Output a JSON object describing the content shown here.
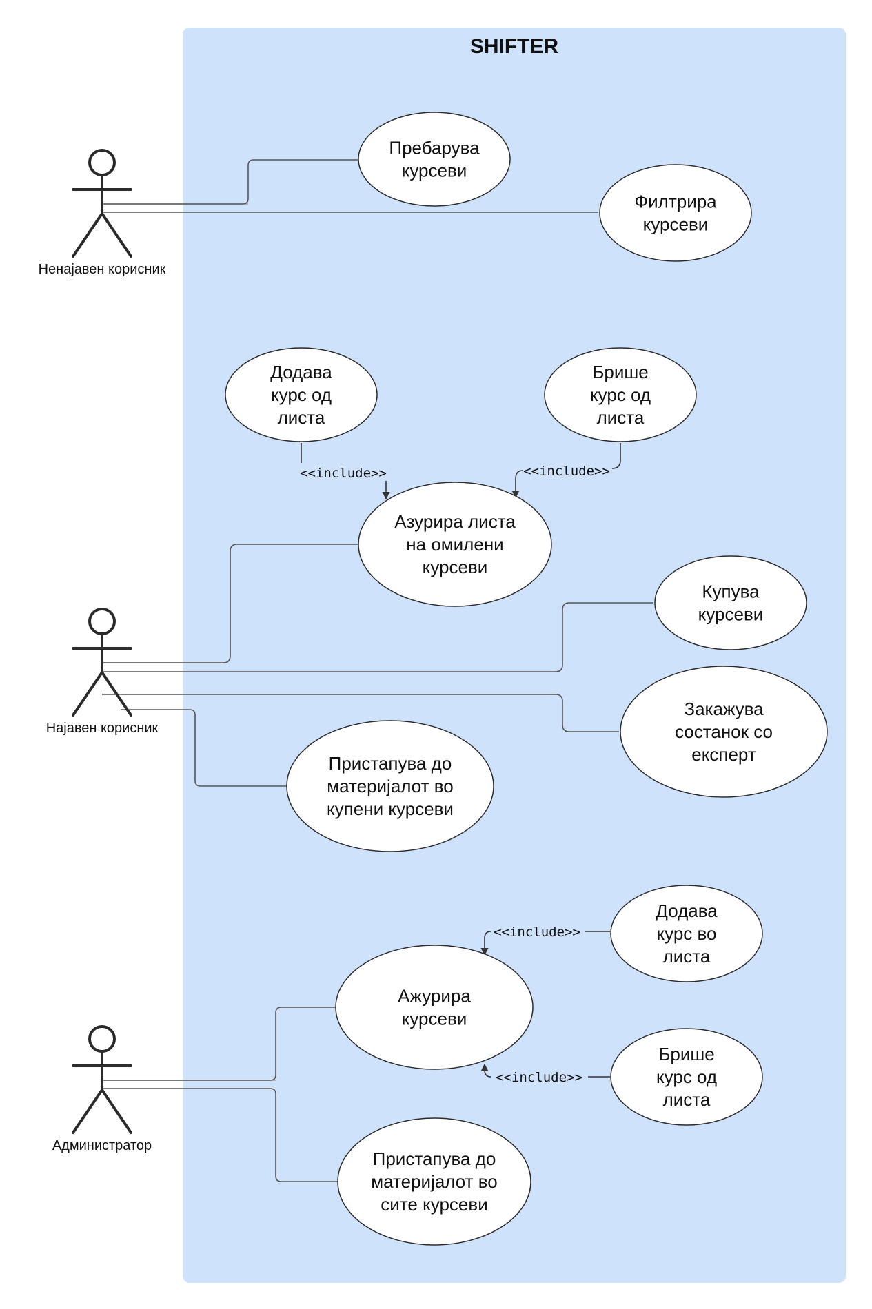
{
  "system": {
    "title": "SHIFTER"
  },
  "actors": [
    {
      "id": "guest",
      "label": "Ненајавен корисник"
    },
    {
      "id": "user",
      "label": "Најавен корисник"
    },
    {
      "id": "admin",
      "label": "Администратор"
    }
  ],
  "use_cases": {
    "search_courses": {
      "lines": [
        "Пребарува",
        "курсеви"
      ]
    },
    "filter_courses": {
      "lines": [
        "Филтрира",
        "курсеви"
      ]
    },
    "add_course_to_list": {
      "lines": [
        "Додава",
        "курс од",
        "листа"
      ]
    },
    "remove_course_from_list": {
      "lines": [
        "Брише",
        "курс од",
        "листа"
      ]
    },
    "update_favorites": {
      "lines": [
        "Азурира листа",
        "на омилени",
        "курсеви"
      ]
    },
    "buy_courses": {
      "lines": [
        "Купува",
        "курсеви"
      ]
    },
    "schedule_meeting": {
      "lines": [
        "Закажува",
        "состанок со",
        "експерт"
      ]
    },
    "access_purchased": {
      "lines": [
        "Пристапува до",
        "материјалот во",
        "купени курсеви"
      ]
    },
    "admin_add_course": {
      "lines": [
        "Додава",
        "курс во",
        "листа"
      ]
    },
    "admin_update_courses": {
      "lines": [
        "Ажурира",
        "курсеви"
      ]
    },
    "admin_remove_course": {
      "lines": [
        "Брише",
        "курс од",
        "листа"
      ]
    },
    "admin_access_all": {
      "lines": [
        "Пристапува до",
        "материјалот во",
        "сите курсеви"
      ]
    }
  },
  "relations": {
    "include_label": "<<include>>"
  },
  "colors": {
    "system_fill": "#cfe2fb",
    "line": "#555555"
  }
}
